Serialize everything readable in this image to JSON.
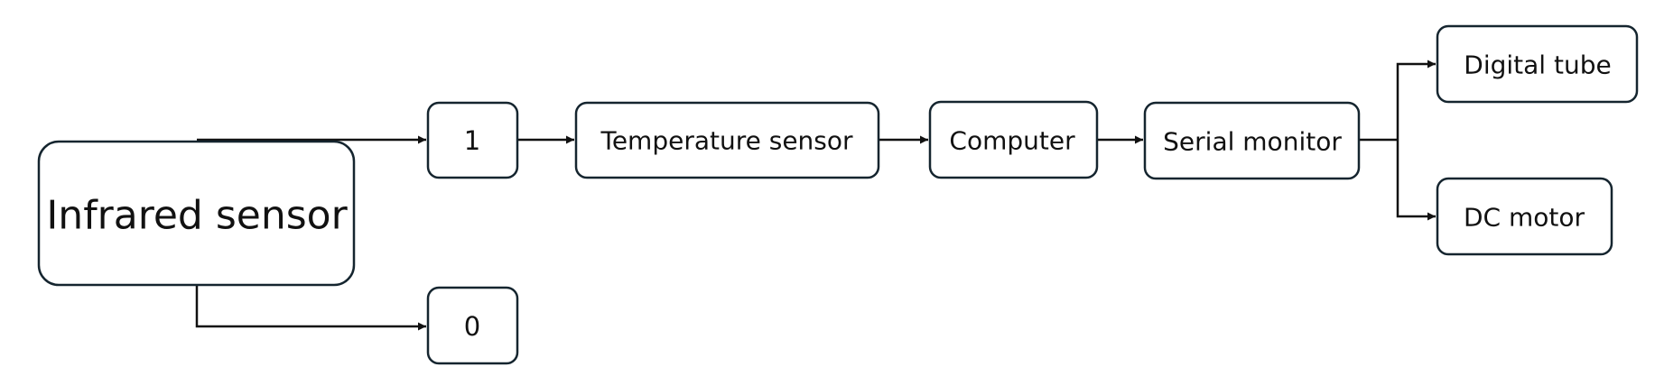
{
  "diagram": {
    "colors": {
      "stroke": "#15252f",
      "line": "#111111",
      "background": "#ffffff"
    },
    "nodes": {
      "infrared": "Infrared sensor",
      "one": "1",
      "zero": "0",
      "temperature": "Temperature sensor",
      "computer": "Computer",
      "serial": "Serial monitor",
      "digital": "Digital tube",
      "motor": "DC motor"
    },
    "edges": [
      {
        "from": "infrared",
        "to": "one"
      },
      {
        "from": "infrared",
        "to": "zero"
      },
      {
        "from": "one",
        "to": "temperature"
      },
      {
        "from": "temperature",
        "to": "computer"
      },
      {
        "from": "computer",
        "to": "serial"
      },
      {
        "from": "serial",
        "to": "digital"
      },
      {
        "from": "serial",
        "to": "motor"
      }
    ]
  }
}
